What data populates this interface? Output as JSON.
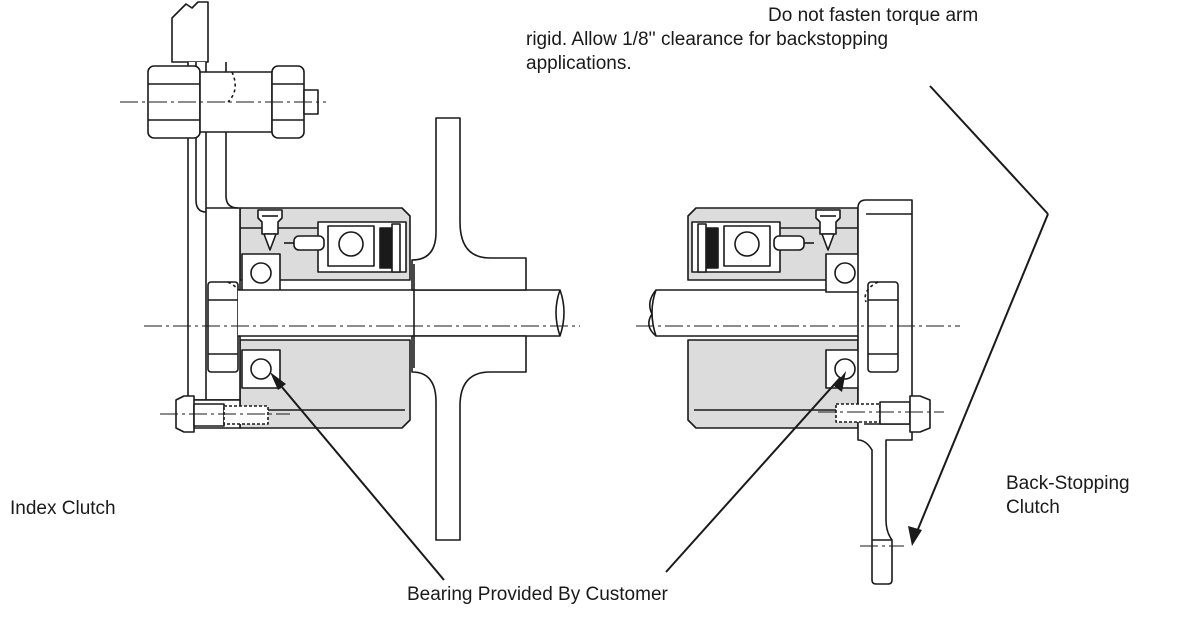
{
  "labels": {
    "note_line1": "Do not fasten torque arm",
    "note_line2": "rigid. Allow 1/8'' clearance for backstopping",
    "note_line3": "applications.",
    "index_clutch": "Index Clutch",
    "back_stopping_line1": "Back-Stopping",
    "back_stopping_line2": "Clutch",
    "bearing": "Bearing Provided By Customer"
  },
  "colors": {
    "line": "#1a1a1a",
    "shade": "#dcdcdc",
    "bg": "#ffffff"
  }
}
